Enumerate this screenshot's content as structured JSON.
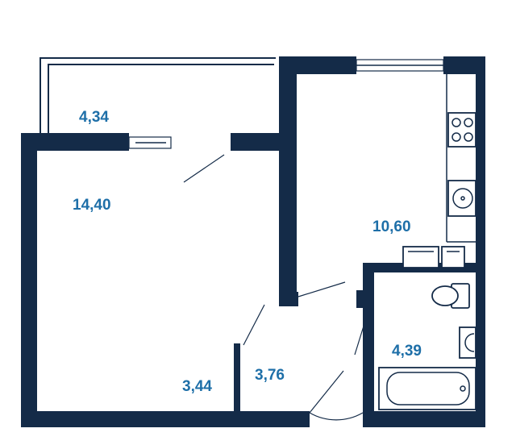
{
  "colors": {
    "wall": "#142B48",
    "label": "#1E6FA8",
    "background": "#FFFFFF"
  },
  "rooms": [
    {
      "id": "balcony",
      "area": "4,34"
    },
    {
      "id": "living",
      "area": "14,40"
    },
    {
      "id": "kitchen",
      "area": "10,60"
    },
    {
      "id": "hall",
      "area": "3,44"
    },
    {
      "id": "corridor",
      "area": "3,76"
    },
    {
      "id": "bathroom",
      "area": "4,39"
    }
  ],
  "icons": {
    "stove": "stove-icon",
    "sink": "sink-icon",
    "washer": "washing-machine-icon",
    "toilet": "toilet-icon",
    "bathtub": "bathtub-icon"
  }
}
